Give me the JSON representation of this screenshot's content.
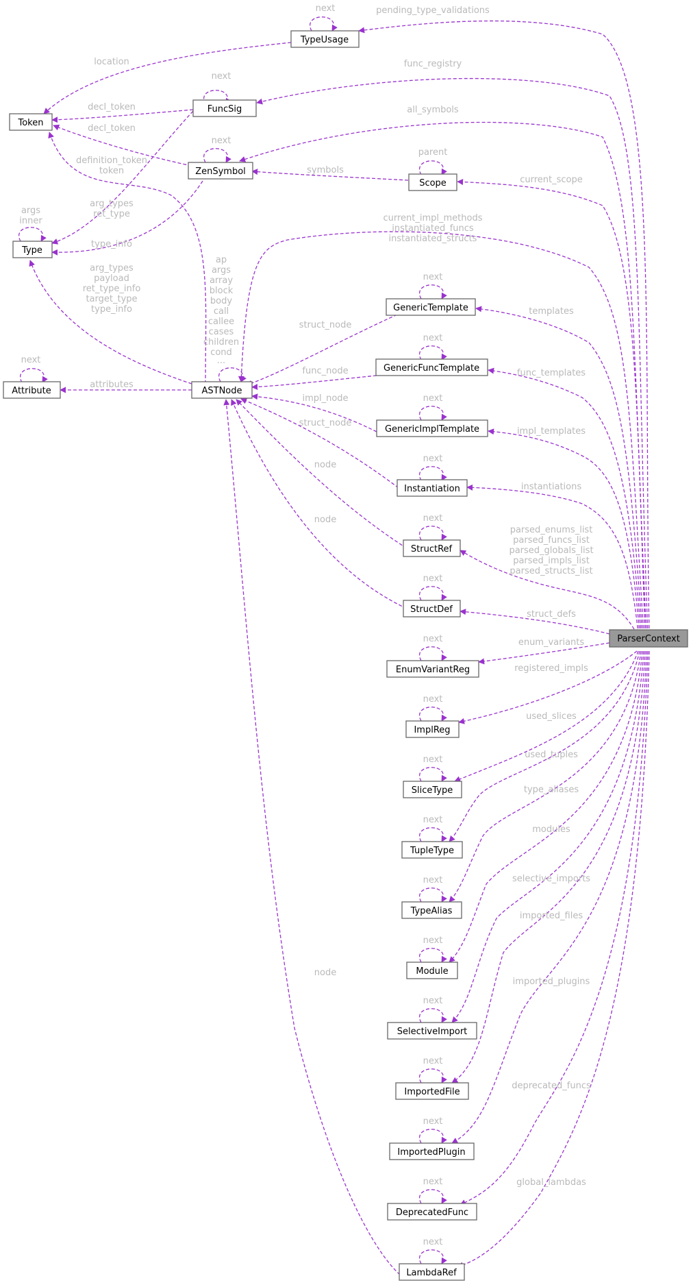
{
  "diagram": {
    "nodes": {
      "token": "Token",
      "typeusage": "TypeUsage",
      "funcsig": "FuncSig",
      "zensymbol": "ZenSymbol",
      "scope": "Scope",
      "type": "Type",
      "attribute": "Attribute",
      "astnode": "ASTNode",
      "generictemplate": "GenericTemplate",
      "genericfunctemplate": "GenericFuncTemplate",
      "genericimpltemplate": "GenericImplTemplate",
      "instantiation": "Instantiation",
      "structref": "StructRef",
      "structdef": "StructDef",
      "enumvariantreg": "EnumVariantReg",
      "implreg": "ImplReg",
      "slicetype": "SliceType",
      "tupletype": "TupleType",
      "typealias": "TypeAlias",
      "module": "Module",
      "selectiveimport": "SelectiveImport",
      "importedfile": "ImportedFile",
      "importedplugin": "ImportedPlugin",
      "deprecatedfunc": "DeprecatedFunc",
      "lambdaref": "LambdaRef",
      "parsercontext": "ParserContext"
    },
    "edge_labels": {
      "next": "next",
      "pending_type_validations": "pending_type_validations",
      "location": "location",
      "func_registry": "func_registry",
      "decl_token_1": "decl_token",
      "decl_token_2": "decl_token",
      "all_symbols": "all_symbols",
      "parent": "parent",
      "symbols": "symbols",
      "current_scope": "current_scope",
      "definition_token": [
        "definition_token",
        "token"
      ],
      "sig_types": [
        "arg_types",
        "ret_type"
      ],
      "type_self": [
        "args",
        "inner"
      ],
      "type_info": "type_info",
      "instantiated": [
        "current_impl_methods",
        "instantiated_funcs",
        "instantiated_structs"
      ],
      "ast_to_type": [
        "arg_types",
        "payload",
        "ret_type_info",
        "target_type",
        "type_info"
      ],
      "ast_self": [
        "ap",
        "args",
        "array",
        "block",
        "body",
        "call",
        "callee",
        "cases",
        "children",
        "cond",
        "..."
      ],
      "attributes": "attributes",
      "struct_node_1": "struct_node",
      "templates": "templates",
      "func_node": "func_node",
      "func_templates": "func_templates",
      "impl_node": "impl_node",
      "struct_node_2": "struct_node",
      "impl_templates": "impl_templates",
      "node_1": "node",
      "instantiations": "instantiations",
      "node_2": "node",
      "parsed_lists": [
        "parsed_enums_list",
        "parsed_funcs_list",
        "parsed_globals_list",
        "parsed_impls_list",
        "parsed_structs_list"
      ],
      "struct_defs": "struct_defs",
      "enum_variants": "enum_variants",
      "registered_impls": "registered_impls",
      "used_slices": "used_slices",
      "used_tuples": "used_tuples",
      "type_aliases": "type_aliases",
      "modules": "modules",
      "selective_imports": "selective_imports",
      "imported_files": "imported_files",
      "imported_plugins": "imported_plugins",
      "deprecated_funcs": "deprecated_funcs",
      "global_lambdas": "global_lambdas",
      "node_3": "node"
    },
    "colors": {
      "edge": "#9a32cd",
      "edge_label": "#b9b9b9",
      "node_border": "#666666",
      "selected_fill": "#999999"
    }
  }
}
